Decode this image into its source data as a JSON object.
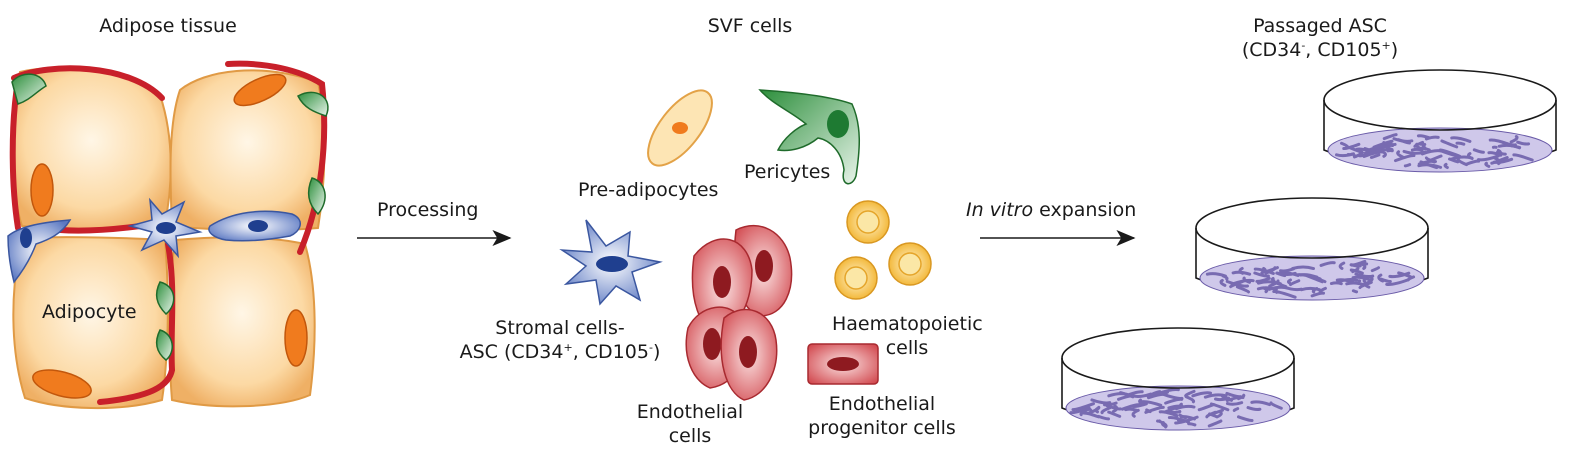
{
  "labels": {
    "adipose_tissue": "Adipose tissue",
    "adipocyte": "Adipocyte",
    "svf_cells": "SVF cells",
    "pre_adipocytes": "Pre-adipocytes",
    "pericytes": "Pericytes",
    "stromal_line1": "Stromal cells-",
    "stromal_line2_prefix": "ASC (CD34",
    "stromal_sup1": "+",
    "stromal_mid": ", CD105",
    "stromal_sup2": "-",
    "stromal_suffix": ")",
    "endothelial_line1": "Endothelial",
    "endothelial_line2": "cells",
    "haematopoietic_line1": "Haematopoietic",
    "haematopoietic_line2": "cells",
    "epc_line1": "Endothelial",
    "epc_line2": "progenitor cells",
    "passaged_line1": "Passaged ASC",
    "passaged_prefix": "(CD34",
    "passaged_sup1": "-",
    "passaged_mid": ", CD105",
    "passaged_sup2": "+",
    "passaged_suffix": ")",
    "processing": "Processing",
    "expansion_italic": "In vitro",
    "expansion_rest": " expansion"
  },
  "colors": {
    "adipocyte_fill": "#fcd9a4",
    "adipocyte_edge": "#e8a24a",
    "nucleus_orange": "#f07b1e",
    "vessel_red": "#c8202a",
    "pericyte_green": "#2d8f3c",
    "stromal_blue": "#5b78c2",
    "stromal_nucleus": "#1f3f8f",
    "endothelial_red": "#d8555a",
    "endothelial_nucleus": "#8e1a20",
    "haemato_yellow": "#f6c64d",
    "dish_cells": "#6a5ba8"
  }
}
